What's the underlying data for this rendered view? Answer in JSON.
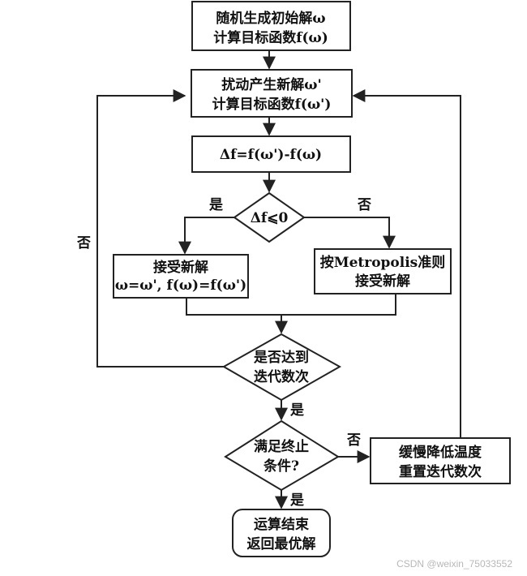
{
  "nodes": {
    "init": {
      "lines": [
        "随机生成初始解ω",
        "计算目标函数f(ω)"
      ]
    },
    "perturb": {
      "lines": [
        "扰动产生新解ω'",
        "计算目标函数f(ω')"
      ]
    },
    "delta": {
      "lines": [
        "Δf=f(ω')-f(ω)"
      ]
    },
    "check": {
      "lines": [
        "Δf⩽0"
      ]
    },
    "accept": {
      "lines": [
        "接受新解",
        "ω=ω', f(ω)=f(ω')"
      ]
    },
    "metro": {
      "lines": [
        "按Metropolis准则",
        "接受新解"
      ]
    },
    "iter": {
      "lines": [
        "是否达到",
        "迭代数次"
      ]
    },
    "terminate": {
      "lines": [
        "满足终止",
        "条件?"
      ]
    },
    "cool": {
      "lines": [
        "缓慢降低温度",
        "重置迭代数次"
      ]
    },
    "end": {
      "lines": [
        "运算结束",
        "返回最优解"
      ]
    }
  },
  "edge_labels": {
    "yes_check": "是",
    "no_check": "否",
    "no_iter": "否",
    "yes_iter": "是",
    "no_terminate": "否",
    "yes_terminate": "是"
  },
  "watermark": "CSDN @weixin_75033552"
}
